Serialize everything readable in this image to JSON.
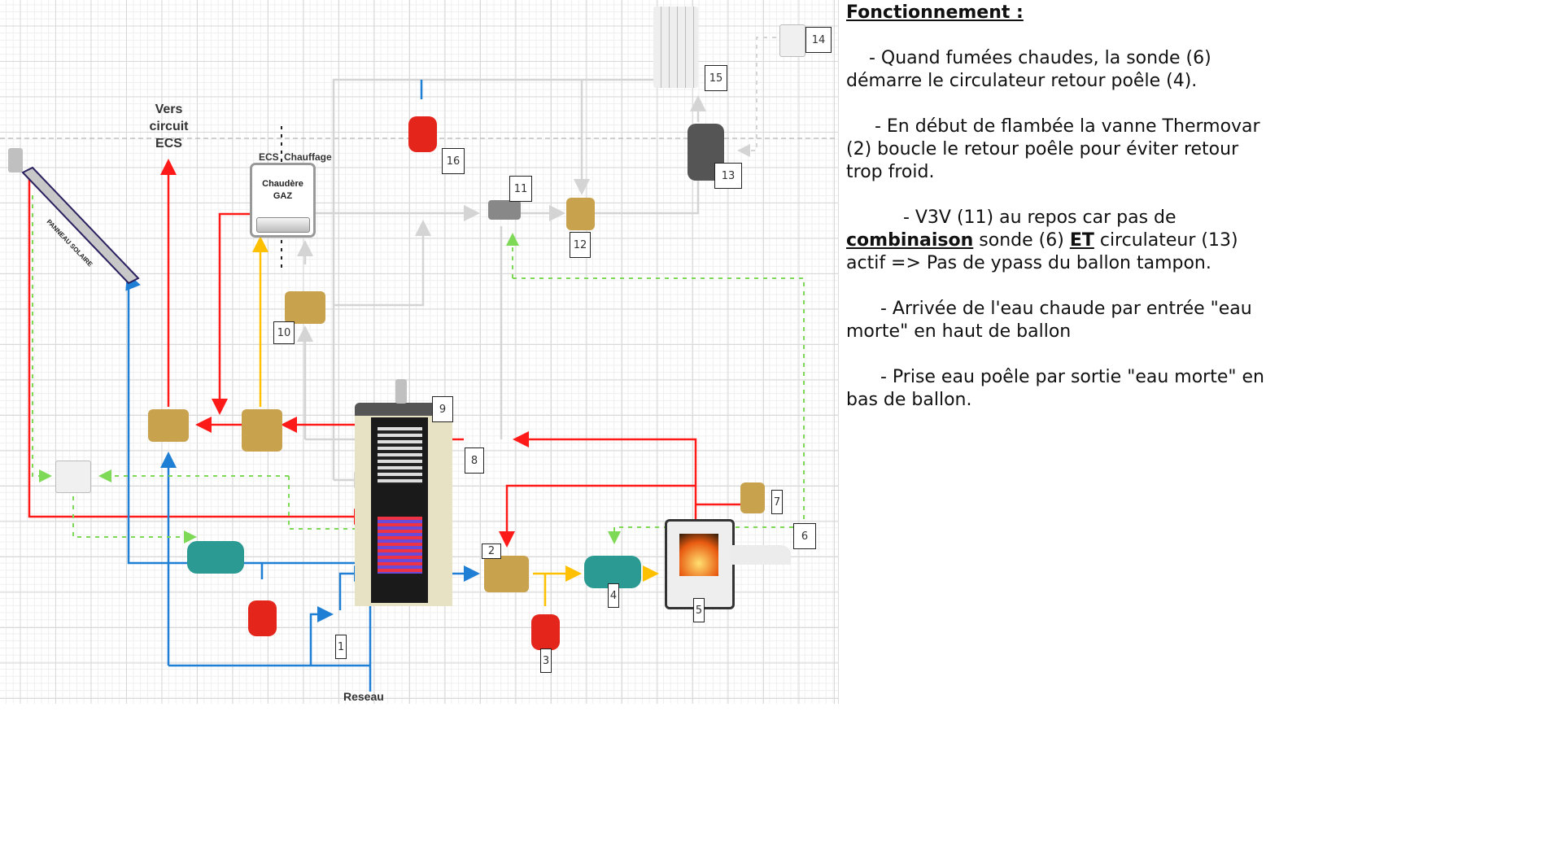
{
  "diagram": {
    "title_labels": {
      "vers_circuit_ecs": [
        "Vers",
        "circuit",
        "ECS"
      ],
      "boiler_left": "ECS",
      "boiler_right": "Chauffage",
      "boiler_name": [
        "Chaudère",
        "GAZ"
      ],
      "panel": "PANNEAU SOLAIRE",
      "reseau": "Reseau"
    },
    "component_numbers": [
      "1",
      "2",
      "3",
      "4",
      "5",
      "6",
      "7",
      "8",
      "9",
      "10",
      "11",
      "12",
      "13",
      "14",
      "15",
      "16"
    ],
    "pipe_colors": {
      "hot": "#ff1a1a",
      "cold": "#1f7fd4",
      "mixed": "#ffc000",
      "heating": "#d4d4d4",
      "signal": "#7ed957"
    }
  },
  "explanation": {
    "heading": "Fonctionnement :",
    "paragraphs": [
      {
        "parts": [
          {
            "t": "    - Quand fumées chaudes, la sonde (6) démarre le circulateur retour poêle (4)."
          }
        ]
      },
      {
        "parts": [
          {
            "t": "     - En début de flambée la vanne Thermovar (2) boucle le retour poêle pour éviter retour trop froid."
          }
        ]
      },
      {
        "parts": [
          {
            "t": "          - V3V (11) au repos car pas de "
          },
          {
            "t": "combinaison",
            "b": true
          },
          {
            "t": " sonde (6) "
          },
          {
            "t": "ET",
            "b": true
          },
          {
            "t": " circulateur (13) actif => Pas de ypass du ballon tampon."
          }
        ]
      },
      {
        "parts": [
          {
            "t": "      - Arrivée de l'eau chaude par entrée \"eau morte\" en haut de ballon"
          }
        ]
      },
      {
        "parts": [
          {
            "t": "      - Prise eau poêle par sortie \"eau morte\" en bas de ballon."
          }
        ]
      }
    ]
  }
}
